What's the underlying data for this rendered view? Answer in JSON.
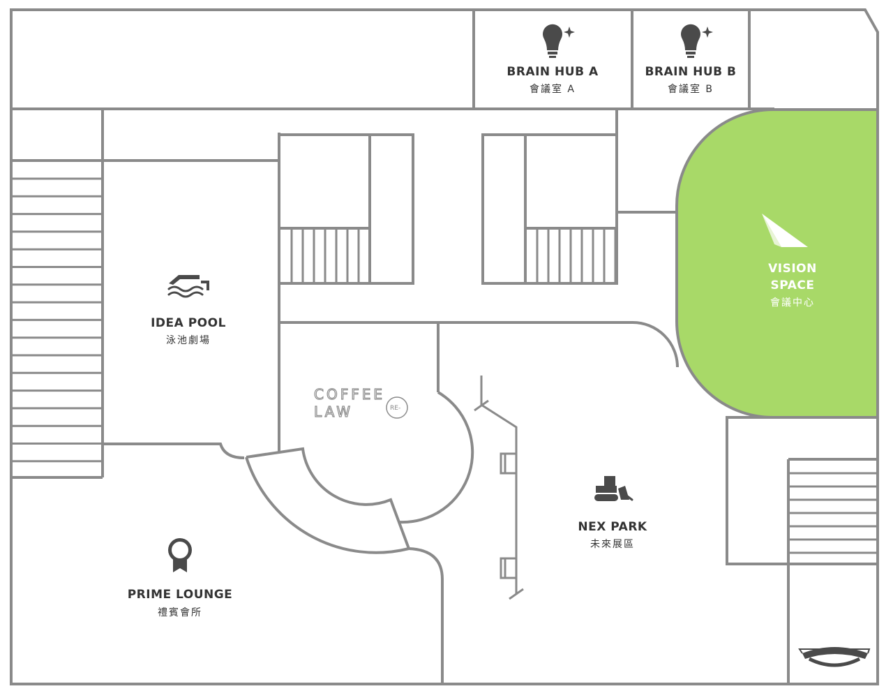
{
  "rooms": {
    "brain_hub_a": {
      "name": "BRAIN HUB A",
      "name_zh": "會議室 A",
      "icon": "lightbulb-icon"
    },
    "brain_hub_b": {
      "name": "BRAIN HUB B",
      "name_zh": "會議室 B",
      "icon": "lightbulb-icon"
    },
    "vision_space": {
      "name_line1": "VISION",
      "name_line2": "SPACE",
      "name_zh": "會議中心",
      "icon": "paper-plane-icon",
      "color": "#a8d968"
    },
    "idea_pool": {
      "name": "IDEA POOL",
      "name_zh": "泳池劇場",
      "icon": "pool-icon"
    },
    "coffee_law": {
      "line1": "COFFEE",
      "line2": "LAW",
      "badge": "RE-"
    },
    "nex_park": {
      "name": "NEX PARK",
      "name_zh": "未來展區",
      "icon": "bulldozer-icon"
    },
    "prime_lounge": {
      "name": "PRIME LOUNGE",
      "name_zh": "禮賓會所",
      "icon": "award-badge-icon"
    }
  },
  "colors": {
    "wall": "#8a8a8a",
    "icon": "#4a4a4a",
    "text": "#333333",
    "accent": "#a8d968"
  },
  "icons": [
    "stairs-icon",
    "escalator-icon",
    "turnstile-icon"
  ]
}
